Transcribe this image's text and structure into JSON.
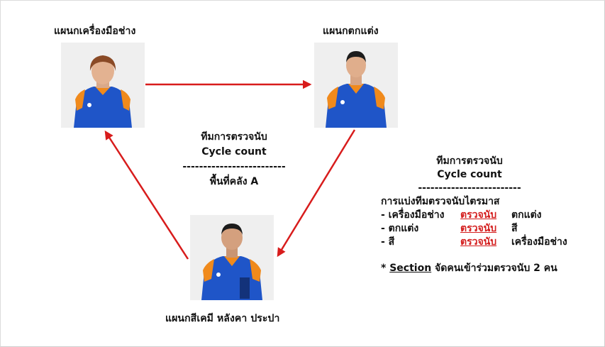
{
  "departments": {
    "top_left": "แผนกเครื่องมือช่าง",
    "top_right": "แผนกตกแต่ง",
    "bottom": "แผนกสีเคมี หลังคา ประปา"
  },
  "center_note": {
    "line1": "ทีมการตรวจนับ",
    "line2": "Cycle count",
    "divider": "-------------------------",
    "line3": "พื้นที่คลัง A"
  },
  "right_note": {
    "line1": "ทีมการตรวจนับ",
    "line2": "Cycle count",
    "divider": "-------------------------",
    "heading": "การแบ่งทีมตรวจนับไตรมาส",
    "rows": [
      {
        "from": "- เครื่องมือช่าง",
        "action": "ตรวจนับ",
        "to": "ตกแต่ง"
      },
      {
        "from": "- ตกแต่ง",
        "action": "ตรวจนับ",
        "to": "สี"
      },
      {
        "from": "- สี",
        "action": "ตรวจนับ",
        "to": "เครื่องมือช่าง"
      }
    ],
    "note_star": "*",
    "note_section": "Section",
    "note_rest": "จัดคนเข้าร่วมตรวจนับ 2 คน"
  },
  "colors": {
    "arrow": "#d81c1c",
    "highlight": "#d41e1e",
    "shirt_blue": "#1f55c8",
    "shirt_orange": "#f08a1c"
  }
}
